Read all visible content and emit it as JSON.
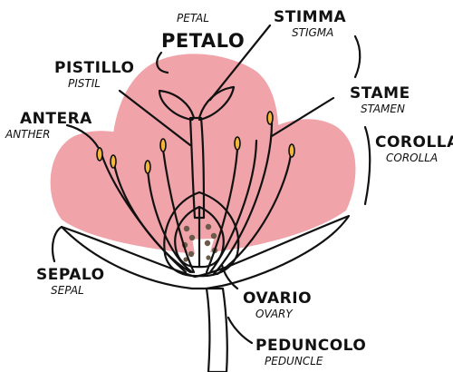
{
  "labels": {
    "petal": {
      "it": "PETAL",
      "main": "PETALO"
    },
    "stigma": {
      "main": "STIMMA",
      "en": "STIGMA"
    },
    "pistil": {
      "main": "PISTILLO",
      "en": "PISTIL"
    },
    "stamen": {
      "main": "STAME",
      "en": "STAMEN"
    },
    "anther": {
      "main": "ANTERA",
      "en": "ANTHER"
    },
    "corolla": {
      "main": "COROLLA",
      "en": "COROLLA"
    },
    "sepal": {
      "main": "SEPALO",
      "en": "SEPAL"
    },
    "ovary": {
      "main": "OVARIO",
      "en": "OVARY"
    },
    "peduncle": {
      "main": "PEDUNCOLO",
      "en": "PEDUNCLE"
    }
  },
  "colors": {
    "petal": "#f0a3a8",
    "green": "#c7d93a",
    "ovary_fill": "#b8ad9e",
    "seed": "#6b5a4a",
    "anther": "#f5b73a",
    "outline": "#111111"
  }
}
